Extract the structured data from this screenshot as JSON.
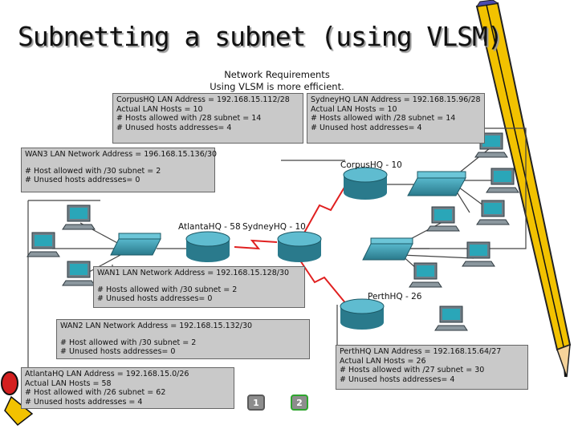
{
  "title": "Subnetting a subnet (using VLSM)",
  "requirements": {
    "heading": "Network Requirements",
    "subheading": "Using VLSM is more efficient."
  },
  "boxes": {
    "corpus": [
      "CorpusHQ LAN Address = 192.168.15.112/28",
      "Actual LAN Hosts = 10",
      "# Hosts allowed with /28 subnet = 14",
      "# Unused hosts addresses= 4"
    ],
    "sydney": [
      "SydneyHQ LAN Address = 192.168.15.96/28",
      "Actual LAN Hosts = 10",
      "# Hosts allowed with /28 subnet = 14",
      "# Unused host addresses= 4"
    ],
    "wan3": [
      "WAN3 LAN Network Address = 196.168.15.136/30",
      "# Host allowed with /30 subnet = 2",
      "# Unused hosts addresses= 0"
    ],
    "wan1": [
      "WAN1 LAN Network Address = 192.168.15.128/30",
      "# Hosts allowed with /30 subnet = 2",
      "# Unused hosts addresses= 0"
    ],
    "wan2": [
      "WAN2 LAN Network Address = 192.168.15.132/30",
      "# Host allowed with /30 subnet = 2",
      "# Unused hosts addresses= 0"
    ],
    "atlanta": [
      "AtlantaHQ LAN Address = 192.168.15.0/26",
      "Actual LAN Hosts = 58",
      "# Host allowed with /26 subnet = 62",
      "# Unused hosts addresses = 4"
    ],
    "perth": [
      "PerthHQ LAN Address = 192.168.15.64/27",
      "Actual LAN Hosts = 26",
      "# Hosts allowed with /27 subnet = 30",
      "# Unused hosts addresses= 4"
    ]
  },
  "routers": {
    "corpus": "CorpusHQ - 10",
    "atlanta": "AtlantaHQ - 58",
    "sydney": "SydneyHQ - 10",
    "perth": "PerthHQ - 26"
  },
  "nav": {
    "page1": "1",
    "page2": "2"
  },
  "colors": {
    "box_fill": "#c9c9c9",
    "router_fill": "#3f97a9",
    "serial_link": "#e02020",
    "link": "#444444"
  }
}
